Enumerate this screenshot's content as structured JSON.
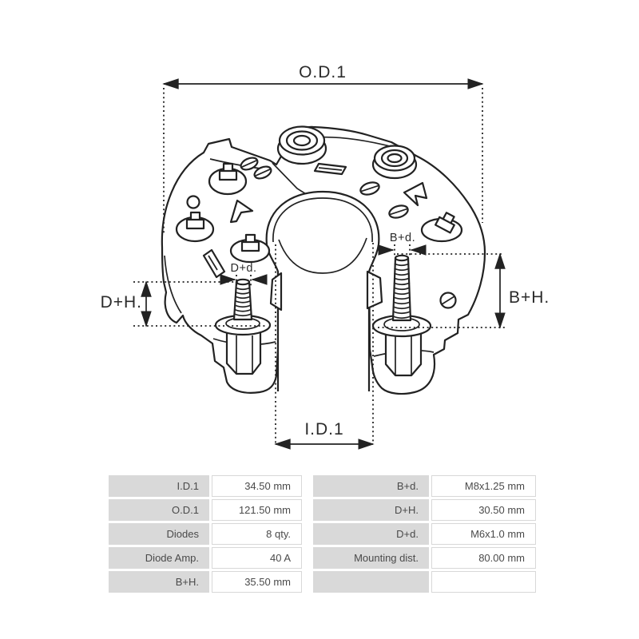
{
  "diagram": {
    "labels": {
      "od1": "O.D.1",
      "id1": "I.D.1",
      "dh": "D+H.",
      "bh": "B+H.",
      "dd": "D+d.",
      "bd": "B+d."
    },
    "line_color": "#222222"
  },
  "spec_table": {
    "label_bg": "#d9d9d9",
    "left_rows": [
      {
        "label": "I.D.1",
        "value": "34.50 mm"
      },
      {
        "label": "O.D.1",
        "value": "121.50 mm"
      },
      {
        "label": "Diodes",
        "value": "8 qty."
      },
      {
        "label": "Diode Amp.",
        "value": "40 A"
      },
      {
        "label": "B+H.",
        "value": "35.50 mm"
      }
    ],
    "right_rows": [
      {
        "label": "B+d.",
        "value": "M8x1.25 mm"
      },
      {
        "label": "D+H.",
        "value": "30.50 mm"
      },
      {
        "label": "D+d.",
        "value": "M6x1.0 mm"
      },
      {
        "label": "Mounting dist.",
        "value": "80.00 mm"
      },
      {
        "label": "",
        "value": ""
      }
    ]
  }
}
